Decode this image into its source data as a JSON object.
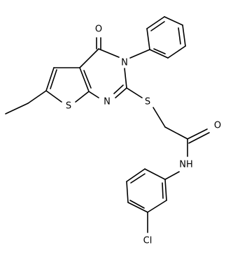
{
  "molecule": {
    "atoms": {
      "oxygen_carbonyl_ring": "O",
      "nitrogen_ring_phenyl": "N",
      "sulfur_thiophene": "S",
      "nitrogen_ring_lower": "N",
      "sulfur_thioether": "S",
      "oxygen_amide": "O",
      "amide_nh": "NH",
      "chlorine": "Cl"
    }
  }
}
